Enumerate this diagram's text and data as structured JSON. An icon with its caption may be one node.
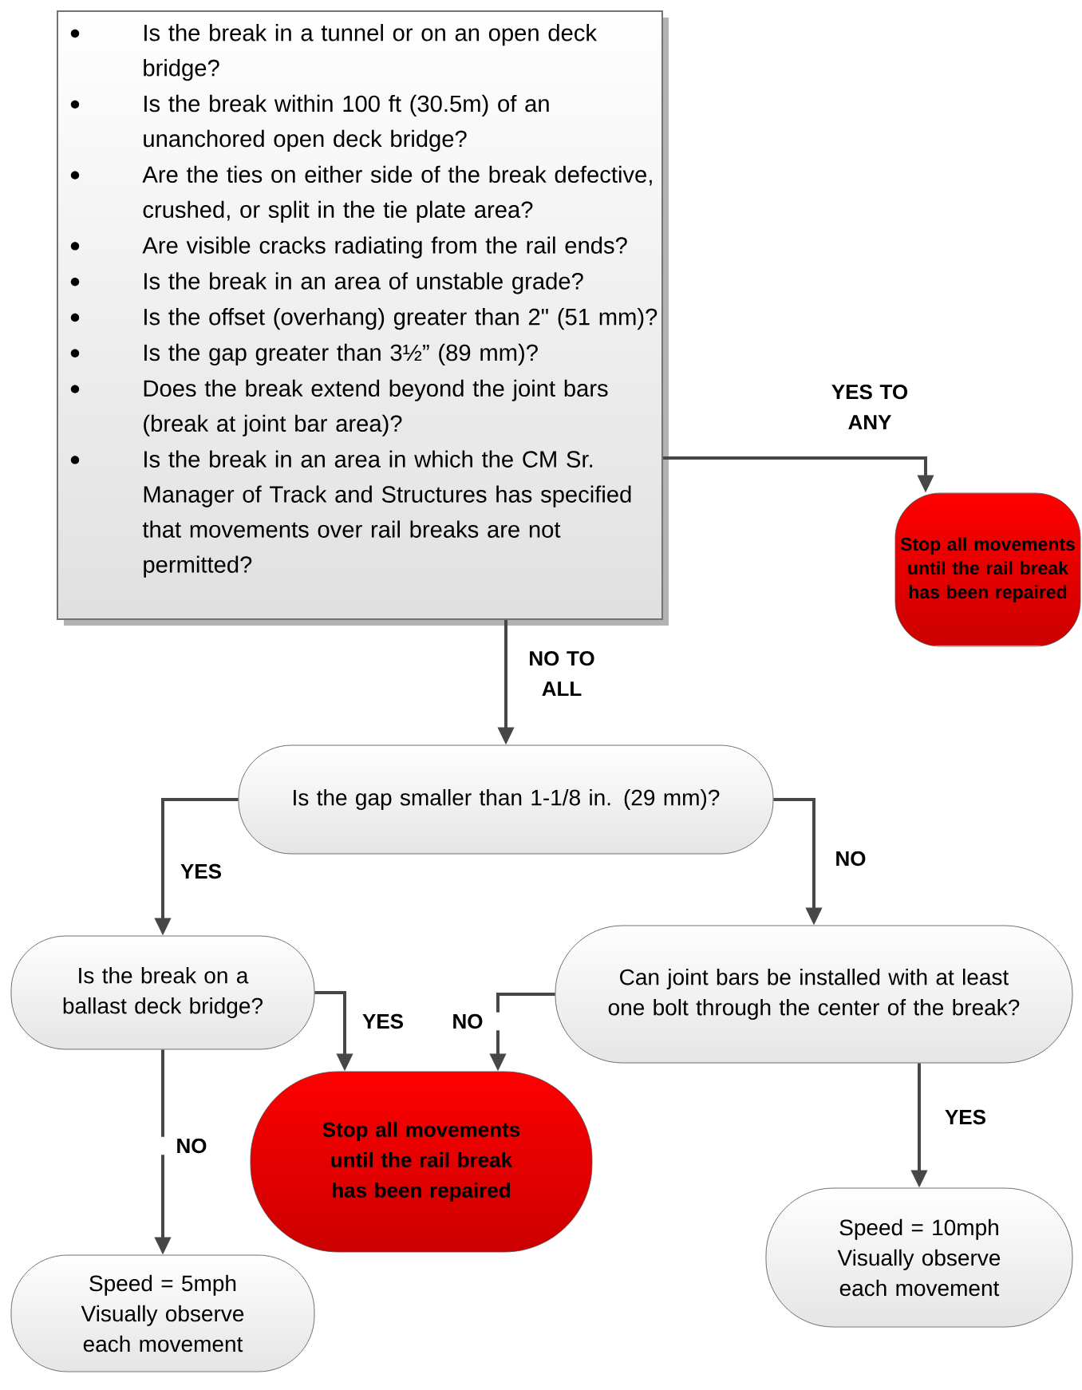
{
  "diagram": {
    "nodes": [
      {
        "text": [
          "Is the break in a tunnel or on an open deck bridge?",
          "Is the break within 100 ft (30.5m) of an unanchored open deck bridge?",
          "Are the ties on either side of the break defective, crushed, or split in the tie plate area?",
          "Are visible cracks radiating from the rail ends?",
          "Is the break in an area of unstable grade?",
          "Is the offset (overhang) greater than 2\" (51 mm)?",
          "Is the gap greater than 3½” (89 mm)?",
          "Does the break extend beyond the joint bars (break at joint bar area)?",
          "Is the break in an area in which the CM Sr. Manager of Track and Structures has specified that movements over rail breaks are not permitted?"
        ]
      },
      {
        "text": [
          "Stop all movements until the rail break has been repaired"
        ]
      },
      {
        "text": [
          "Is the gap smaller than 1-1/8 in. (29 mm)?"
        ]
      },
      {
        "text": [
          "Is the break on a ballast deck bridge?"
        ]
      },
      {
        "text": [
          "Stop all movements until the rail break has been repaired"
        ]
      },
      {
        "text": [
          "Can joint bars be installed with at least one bolt through the center of the break?"
        ]
      },
      {
        "text": [
          "Speed = 5mph",
          "Visually observe each movement"
        ]
      },
      {
        "text": [
          "Speed = 10mph",
          "Visually observe each movement"
        ]
      }
    ],
    "edges": [
      {
        "from": 0,
        "to": 1,
        "arrow": "to",
        "label": "YES TO ANY"
      },
      {
        "from": 0,
        "to": 2,
        "arrow": "to",
        "label": "NO TO ALL"
      },
      {
        "from": 2,
        "to": 3,
        "arrow": "to",
        "label": "YES"
      },
      {
        "from": 2,
        "to": 5,
        "arrow": "to",
        "label": "NO"
      },
      {
        "from": 3,
        "to": 4,
        "arrow": "to",
        "label": "YES"
      },
      {
        "from": 3,
        "to": 6,
        "arrow": "to",
        "label": "NO"
      },
      {
        "from": 5,
        "to": 4,
        "arrow": "to",
        "label": "NO"
      },
      {
        "from": 5,
        "to": 7,
        "arrow": "to",
        "label": "YES"
      }
    ]
  }
}
